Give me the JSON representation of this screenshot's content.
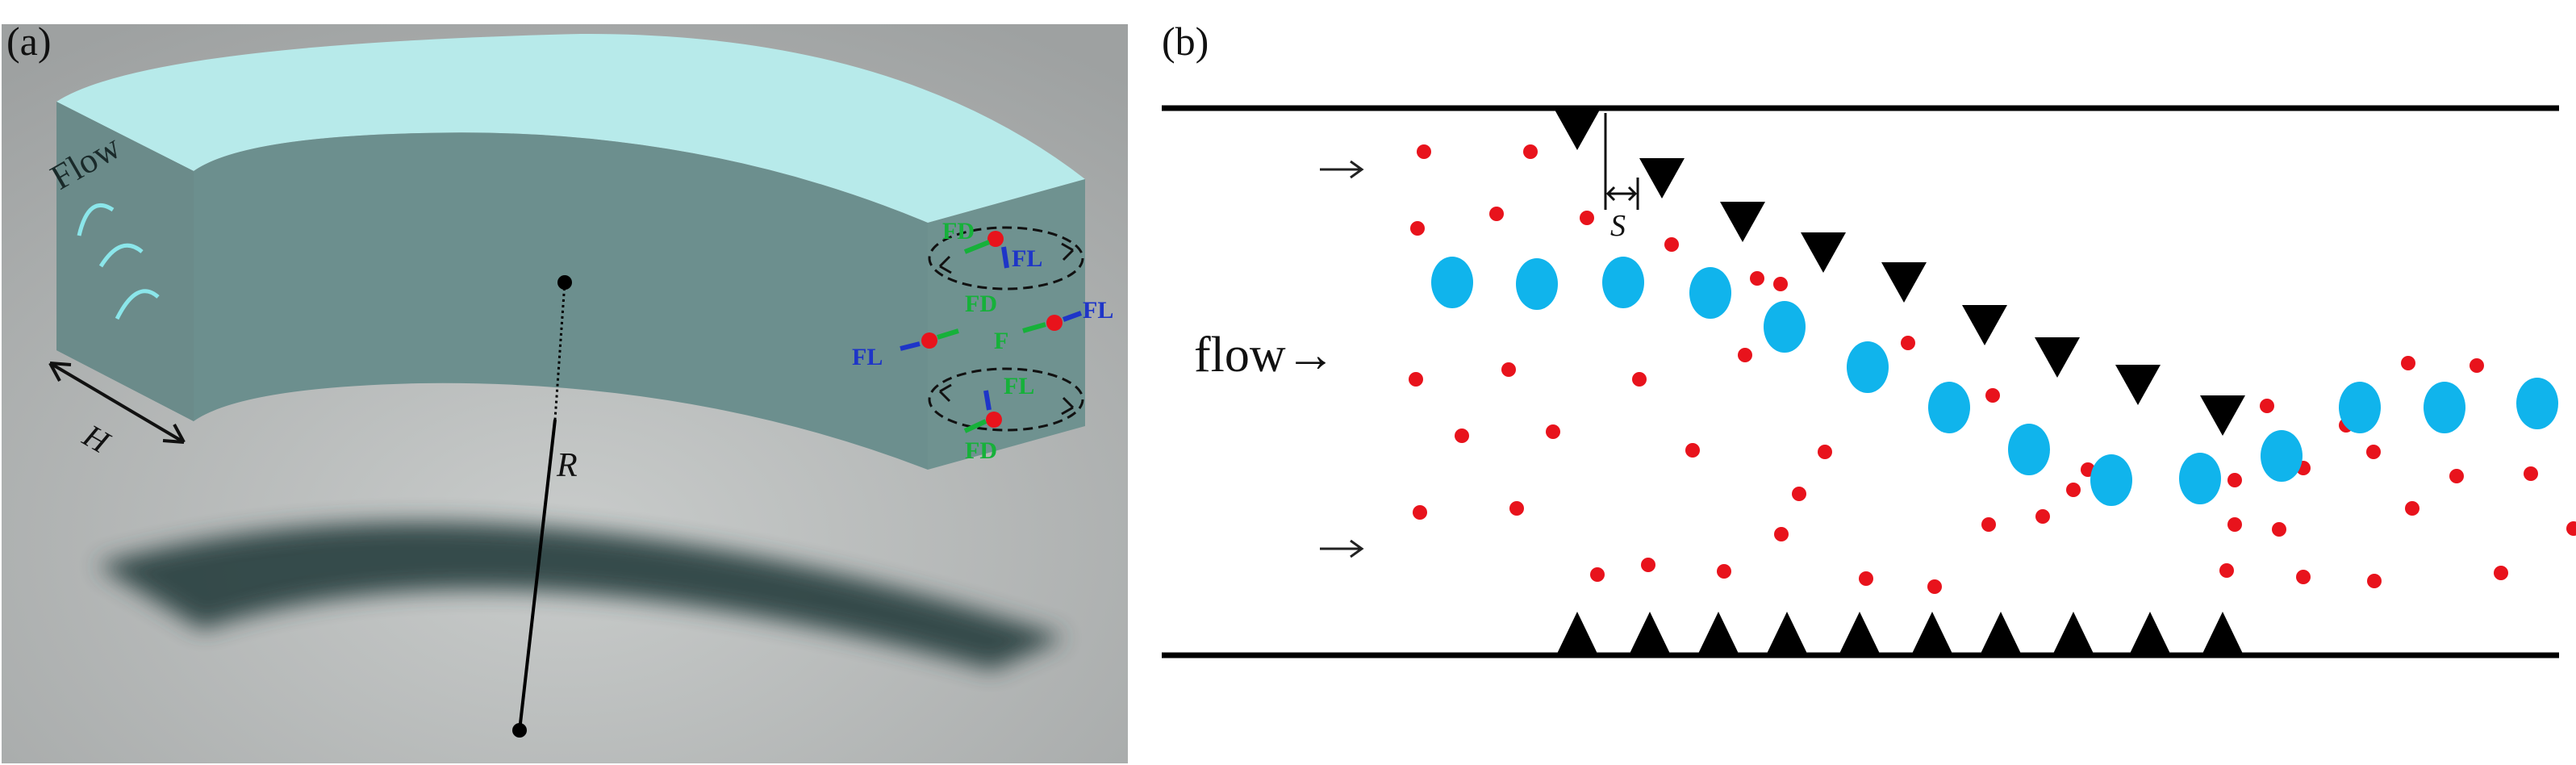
{
  "panel_a": {
    "label": "(a)",
    "flow_label": "Flow",
    "width_label": "H",
    "radius_label": "R",
    "forces": {
      "drag_top": "FD",
      "lift_top": "FL",
      "drag_mid_right": "FD",
      "lift_right": "FL",
      "lift_left": "FL",
      "force_mid": "F",
      "lift_lower": "FL",
      "drag_bottom": "FD"
    },
    "colors": {
      "background": "#a7a9a9",
      "channel_top": "#b7eaea",
      "channel_side": "#6c8f8e",
      "shadow": "#2f4545",
      "particle": "#e8131c",
      "drag_arrow": "#16b13a",
      "lift_arrow": "#1e35c8"
    }
  },
  "panel_b": {
    "label": "(b)",
    "flow_label": "flow→",
    "gap_label": "S",
    "colors": {
      "small_particle": "#e8131c",
      "large_particle": "#10b4ec",
      "pillar": "#000000"
    }
  }
}
